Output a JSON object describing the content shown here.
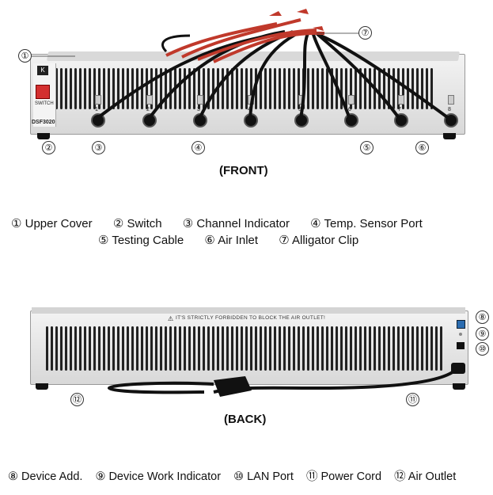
{
  "front": {
    "title": "(FRONT)",
    "brand_label": "SWITCH",
    "model_label": "DSF3020",
    "channel_numbers": [
      "1",
      "2",
      "3",
      "4",
      "5",
      "6",
      "7",
      "8"
    ],
    "callouts": [
      "①",
      "②",
      "③",
      "④",
      "⑤",
      "⑥",
      "⑦"
    ]
  },
  "front_legend": {
    "row1": [
      "① Upper Cover",
      "② Switch",
      "③ Channel Indicator",
      "④ Temp. Sensor Port"
    ],
    "row2": [
      "⑤ Testing Cable",
      "⑥ Air Inlet",
      "⑦ Alligator Clip"
    ]
  },
  "back": {
    "title": "(BACK)",
    "warning": "IT'S STRICTLY FORBIDDEN TO BLOCK THE AIR OUTLET!",
    "callouts": [
      "⑧",
      "⑨",
      "⑩",
      "⑪",
      "⑫"
    ]
  },
  "back_legend": {
    "row1": [
      "⑧ Device Add.",
      "⑨ Device Work Indicator",
      "⑩ LAN Port",
      "⑪ Power Cord",
      "⑫ Air Outlet"
    ]
  },
  "colors": {
    "chassis": "#e6e6e6",
    "vent": "#222222",
    "cable_red": "#c0392b",
    "cable_black": "#111111",
    "switch_red": "#d32f2f"
  }
}
